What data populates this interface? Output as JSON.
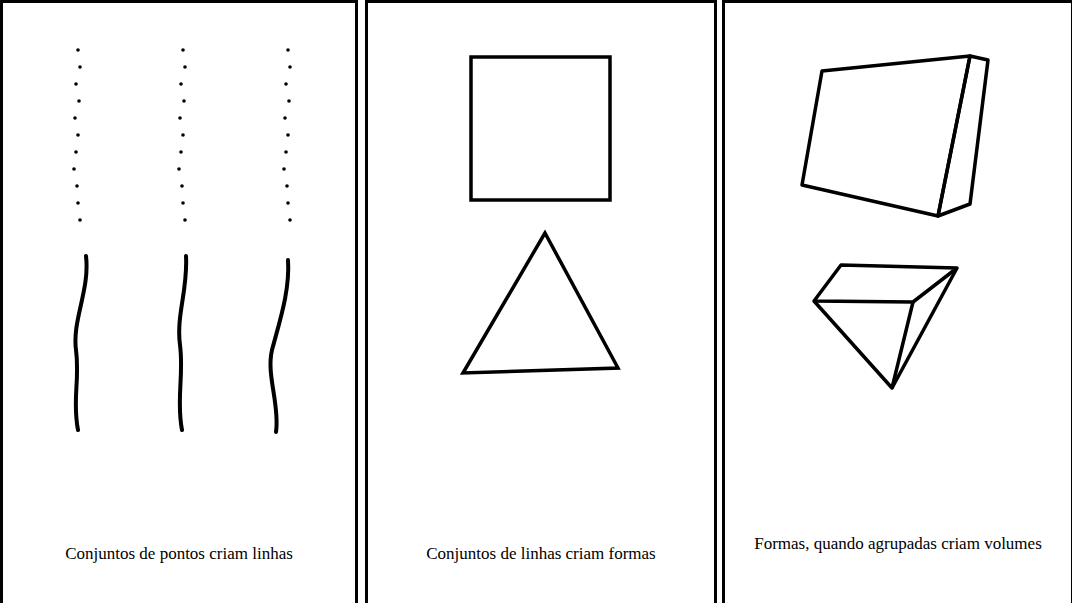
{
  "diagram": {
    "nodes": [
      {
        "text": [
          "Conjuntos de pontos criam linhas"
        ]
      },
      {
        "text": [
          "Conjuntos de linhas criam formas"
        ]
      },
      {
        "text": [
          "Formas, quando agrupadas criam volumes"
        ]
      }
    ]
  }
}
